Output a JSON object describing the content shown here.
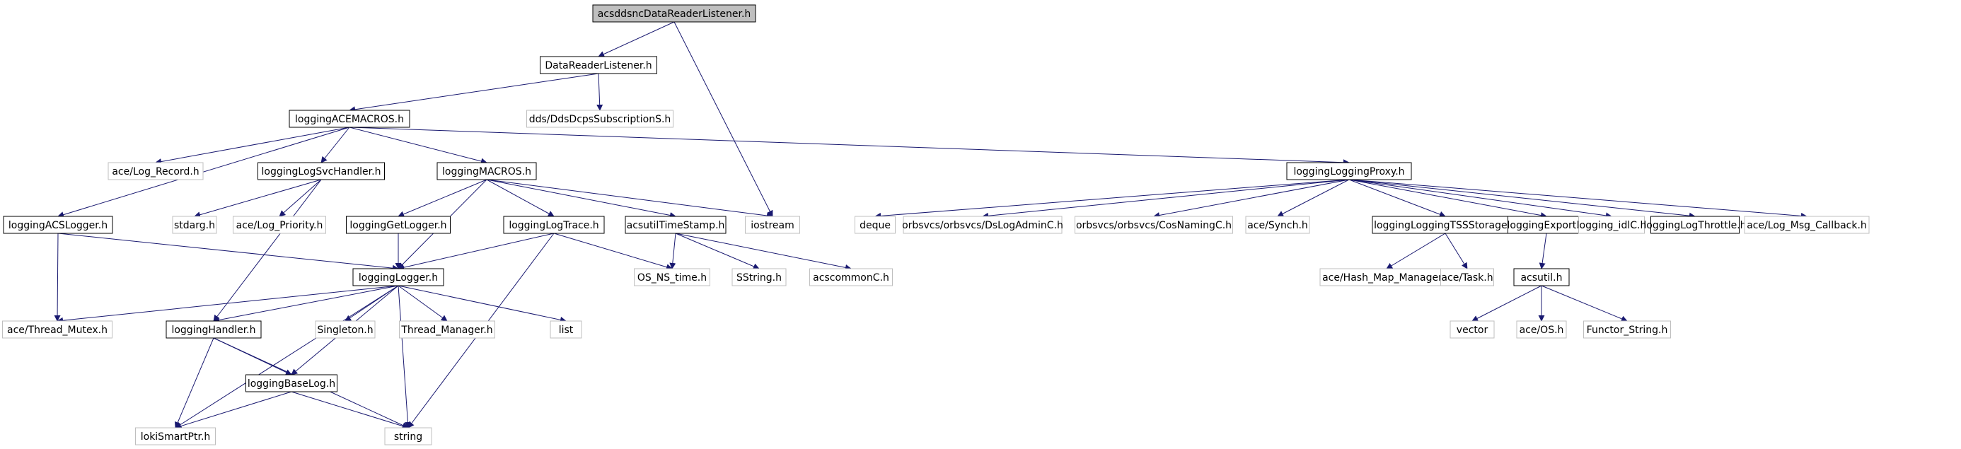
{
  "colors": {
    "edge": "#191970",
    "root_fill": "#bfbfbf",
    "border_documented": "#000000",
    "border_external": "#bfbfbf",
    "fill": "#ffffff"
  },
  "nodes": [
    {
      "id": "n0",
      "label": "acsddsncDataReaderListener.h",
      "kind": "root"
    },
    {
      "id": "n1",
      "label": "DataReaderListener.h",
      "kind": "documented"
    },
    {
      "id": "n2",
      "label": "iostream",
      "kind": "external"
    },
    {
      "id": "n3",
      "label": "loggingACEMACROS.h",
      "kind": "documented"
    },
    {
      "id": "n4",
      "label": "dds/DdsDcpsSubscriptionS.h",
      "kind": "external"
    },
    {
      "id": "n5",
      "label": "ace/Log_Record.h",
      "kind": "external"
    },
    {
      "id": "n6",
      "label": "loggingLogSvcHandler.h",
      "kind": "documented"
    },
    {
      "id": "n7",
      "label": "loggingMACROS.h",
      "kind": "documented"
    },
    {
      "id": "n8",
      "label": "loggingLoggingProxy.h",
      "kind": "documented"
    },
    {
      "id": "n9",
      "label": "loggingACSLogger.h",
      "kind": "documented"
    },
    {
      "id": "n10",
      "label": "stdarg.h",
      "kind": "external"
    },
    {
      "id": "n11",
      "label": "ace/Log_Priority.h",
      "kind": "external"
    },
    {
      "id": "n12",
      "label": "loggingGetLogger.h",
      "kind": "documented"
    },
    {
      "id": "n13",
      "label": "loggingLogTrace.h",
      "kind": "documented"
    },
    {
      "id": "n14",
      "label": "acsutilTimeStamp.h",
      "kind": "documented"
    },
    {
      "id": "n15",
      "label": "deque",
      "kind": "external"
    },
    {
      "id": "n16",
      "label": "orbsvcs/orbsvcs/DsLogAdminC.h",
      "kind": "external"
    },
    {
      "id": "n17",
      "label": "orbsvcs/orbsvcs/CosNamingC.h",
      "kind": "external"
    },
    {
      "id": "n18",
      "label": "ace/Synch.h",
      "kind": "external"
    },
    {
      "id": "n19",
      "label": "loggingLoggingTSSStorage.h",
      "kind": "documented"
    },
    {
      "id": "n20",
      "label": "loggingExport.h",
      "kind": "documented"
    },
    {
      "id": "n21",
      "label": "logging_idlC.h",
      "kind": "external"
    },
    {
      "id": "n22",
      "label": "loggingLogThrottle.h",
      "kind": "documented"
    },
    {
      "id": "n23",
      "label": "ace/Log_Msg_Callback.h",
      "kind": "external"
    },
    {
      "id": "n24",
      "label": "loggingLogger.h",
      "kind": "documented"
    },
    {
      "id": "n25",
      "label": "OS_NS_time.h",
      "kind": "external"
    },
    {
      "id": "n26",
      "label": "SString.h",
      "kind": "external"
    },
    {
      "id": "n27",
      "label": "acscommonC.h",
      "kind": "external"
    },
    {
      "id": "n28",
      "label": "ace/Hash_Map_Manager.h",
      "kind": "external"
    },
    {
      "id": "n29",
      "label": "ace/Task.h",
      "kind": "external"
    },
    {
      "id": "n30",
      "label": "acsutil.h",
      "kind": "documented"
    },
    {
      "id": "n31",
      "label": "ace/Thread_Mutex.h",
      "kind": "external"
    },
    {
      "id": "n32",
      "label": "loggingHandler.h",
      "kind": "documented"
    },
    {
      "id": "n33",
      "label": "Singleton.h",
      "kind": "external"
    },
    {
      "id": "n34",
      "label": "Thread_Manager.h",
      "kind": "external"
    },
    {
      "id": "n35",
      "label": "list",
      "kind": "external"
    },
    {
      "id": "n36",
      "label": "vector",
      "kind": "external"
    },
    {
      "id": "n37",
      "label": "ace/OS.h",
      "kind": "external"
    },
    {
      "id": "n38",
      "label": "Functor_String.h",
      "kind": "external"
    },
    {
      "id": "n39",
      "label": "loggingBaseLog.h",
      "kind": "documented"
    },
    {
      "id": "n40",
      "label": "lokiSmartPtr.h",
      "kind": "external"
    },
    {
      "id": "n41",
      "label": "string",
      "kind": "external"
    }
  ],
  "edges": [
    [
      "n0",
      "n1"
    ],
    [
      "n0",
      "n2"
    ],
    [
      "n1",
      "n3"
    ],
    [
      "n1",
      "n4"
    ],
    [
      "n3",
      "n5"
    ],
    [
      "n3",
      "n6"
    ],
    [
      "n3",
      "n7"
    ],
    [
      "n3",
      "n8"
    ],
    [
      "n3",
      "n9"
    ],
    [
      "n6",
      "n10"
    ],
    [
      "n6",
      "n11"
    ],
    [
      "n6",
      "n32"
    ],
    [
      "n7",
      "n12"
    ],
    [
      "n7",
      "n13"
    ],
    [
      "n7",
      "n14"
    ],
    [
      "n7",
      "n2"
    ],
    [
      "n7",
      "n24"
    ],
    [
      "n8",
      "n15"
    ],
    [
      "n8",
      "n16"
    ],
    [
      "n8",
      "n17"
    ],
    [
      "n8",
      "n18"
    ],
    [
      "n8",
      "n19"
    ],
    [
      "n8",
      "n20"
    ],
    [
      "n8",
      "n21"
    ],
    [
      "n8",
      "n22"
    ],
    [
      "n8",
      "n23"
    ],
    [
      "n9",
      "n24"
    ],
    [
      "n9",
      "n31"
    ],
    [
      "n12",
      "n24"
    ],
    [
      "n13",
      "n24"
    ],
    [
      "n13",
      "n25"
    ],
    [
      "n13",
      "n41"
    ],
    [
      "n14",
      "n25"
    ],
    [
      "n14",
      "n26"
    ],
    [
      "n14",
      "n27"
    ],
    [
      "n19",
      "n28"
    ],
    [
      "n19",
      "n29"
    ],
    [
      "n20",
      "n30"
    ],
    [
      "n30",
      "n36"
    ],
    [
      "n30",
      "n37"
    ],
    [
      "n30",
      "n38"
    ],
    [
      "n24",
      "n31"
    ],
    [
      "n24",
      "n32"
    ],
    [
      "n24",
      "n33"
    ],
    [
      "n24",
      "n34"
    ],
    [
      "n24",
      "n35"
    ],
    [
      "n24",
      "n39"
    ],
    [
      "n24",
      "n40"
    ],
    [
      "n24",
      "n41"
    ],
    [
      "n32",
      "n39"
    ],
    [
      "n32",
      "n40"
    ],
    [
      "n32",
      "n41"
    ],
    [
      "n39",
      "n40"
    ],
    [
      "n39",
      "n41"
    ]
  ]
}
